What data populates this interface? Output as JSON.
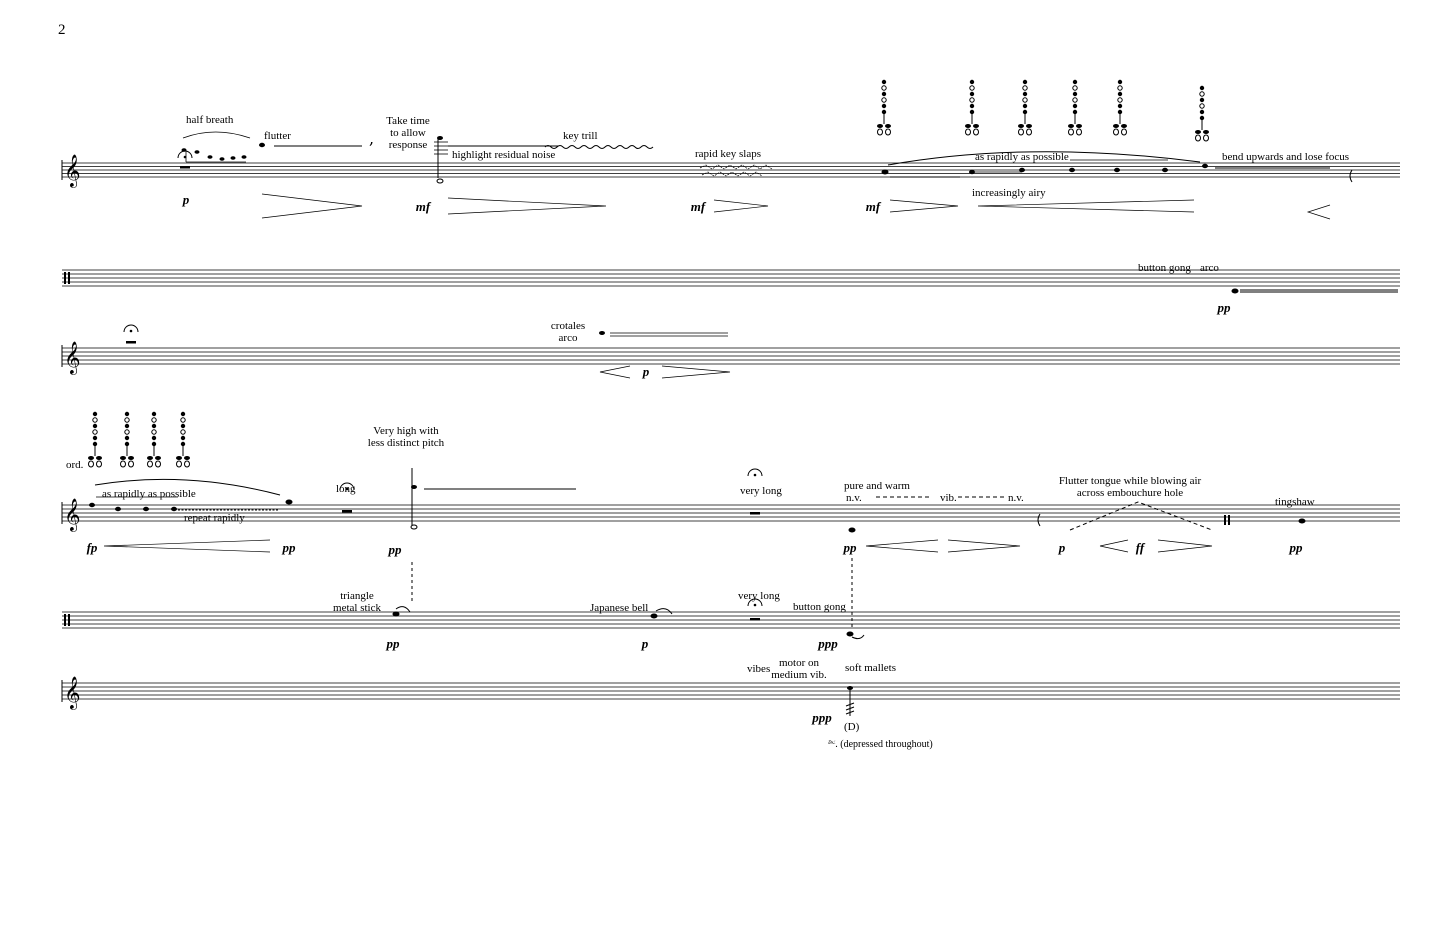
{
  "page_number": "2",
  "system1": {
    "flute": {
      "half_breath": "half breath",
      "flutter": "flutter",
      "take_time": "Take time\nto allow\nresponse",
      "highlight": "highlight residual noise",
      "key_trill": "key trill",
      "rapid_key_slaps": "rapid key slaps",
      "as_rapidly": "as rapidly as possible",
      "increasingly_airy": "increasingly airy",
      "bend_upwards": "bend upwards and lose focus",
      "dyn_p": "p",
      "dyn_mf1": "mf",
      "dyn_mf2": "mf",
      "dyn_mf3": "mf"
    },
    "percussion": {
      "button_gong": "button gong",
      "arco": "arco",
      "dyn_pp": "pp"
    },
    "vibes": {
      "crotales": "crotales\narco",
      "dyn_p": "p"
    }
  },
  "system2": {
    "flute": {
      "ord": "ord.",
      "as_rapidly": "as rapidly as possible",
      "repeat_rapidly": "repeat rapidly",
      "long": "long",
      "very_high": "Very high with\nless distinct pitch",
      "very_long": "very long",
      "pure_warm": "pure and warm",
      "nv1": "n.v.",
      "vib": "vib.",
      "nv2": "n.v.",
      "flutter_tongue": "Flutter tongue while blowing air\nacross embouchure hole",
      "tingshaw": "tingshaw",
      "dyn_fp": "fp",
      "dyn_pp1": "pp",
      "dyn_pp2": "pp",
      "dyn_pp3": "pp",
      "dyn_p": "p",
      "dyn_ff": "ff",
      "dyn_pp4": "pp"
    },
    "percussion": {
      "triangle": "triangle\nmetal stick",
      "japanese_bell": "Japanese bell",
      "very_long": "very long",
      "button_gong": "button gong",
      "dyn_pp": "pp",
      "dyn_p": "p",
      "dyn_ppp": "ppp"
    },
    "vibes": {
      "vibes": "vibes",
      "motor": "motor on\nmedium vib.",
      "soft_mallets": "soft mallets",
      "dyn_ppp": "ppp",
      "d_mark": "(D)",
      "ped": "𝄊. (depressed throughout)"
    }
  }
}
